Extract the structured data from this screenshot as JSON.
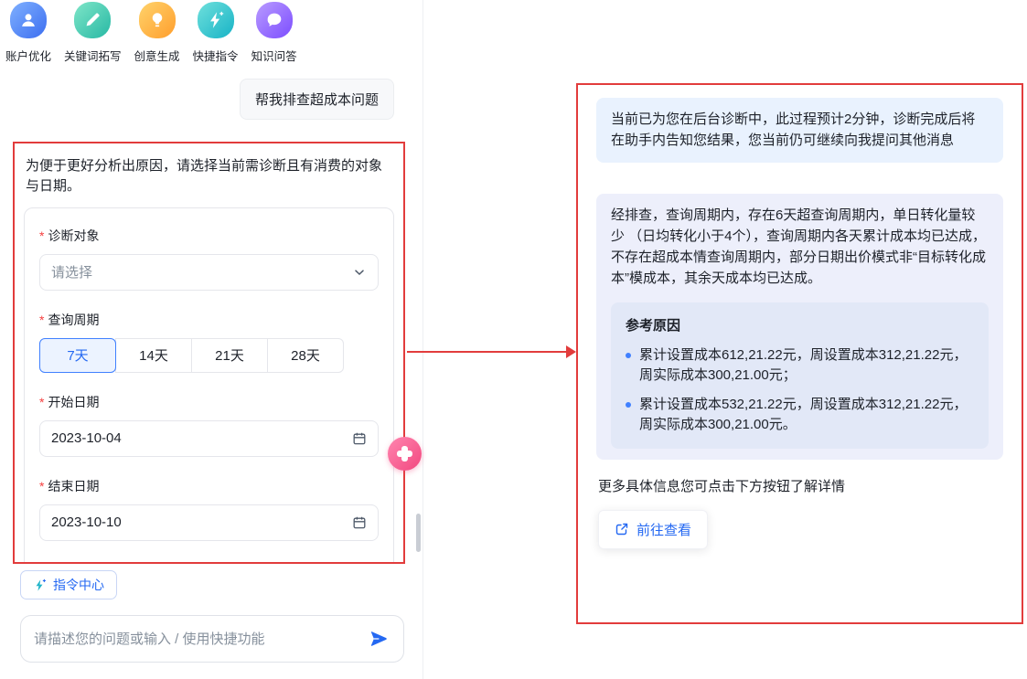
{
  "colors": {
    "accent_blue": "#2468f2",
    "annotation_red": "#e23c3c",
    "bubble_blue": "#e9f2fe",
    "bubble_lavender": "#edeffb",
    "reason_card": "#e2e8f7",
    "required_red": "#f53f3f"
  },
  "toolbar": {
    "items": [
      {
        "label": "账户优化",
        "icon": "user-icon"
      },
      {
        "label": "关键词拓写",
        "icon": "pencil-icon"
      },
      {
        "label": "创意生成",
        "icon": "bulb-icon"
      },
      {
        "label": "快捷指令",
        "icon": "lightning-icon"
      },
      {
        "label": "知识问答",
        "icon": "chat-bubble-icon"
      }
    ]
  },
  "chat_left": {
    "user_message": "帮我排查超成本问题",
    "form": {
      "intro": "为便于更好分析出原因，请选择当前需诊断且有消费的对象与日期。",
      "required_mark": "*",
      "diagnosis_label": "诊断对象",
      "diagnosis_placeholder": "请选择",
      "period_label": "查询周期",
      "period_options": [
        "7天",
        "14天",
        "21天",
        "28天"
      ],
      "period_selected": "7天",
      "start_label": "开始日期",
      "start_value": "2023-10-04",
      "end_label": "结束日期",
      "end_value": "2023-10-10"
    },
    "command_center_label": "指令中心",
    "input_placeholder": "请描述您的问题或输入 / 使用快捷功能"
  },
  "chat_right": {
    "message1": "当前已为您在后台诊断中，此过程预计2分钟，诊断完成后将在助手内告知您结果，您当前仍可继续向我提问其他消息",
    "message2": "经排查，查询周期内，存在6天超查询周期内，单日转化量较少 （日均转化小于4个），查询周期内各天累计成本均已达成，不存在超成本情查询周期内，部分日期出价模式非“目标转化成本”模成本，其余天成本均已达成。",
    "reasons": {
      "title": "参考原因",
      "items": [
        "累计设置成本612,21.22元，周设置成本312,21.22元，周实际成本300,21.00元；",
        "累计设置成本532,21.22元，周设置成本312,21.22元，周实际成本300,21.00元。"
      ]
    },
    "more_info": "更多具体信息您可点击下方按钮了解详情",
    "view_button_label": "前往查看"
  }
}
